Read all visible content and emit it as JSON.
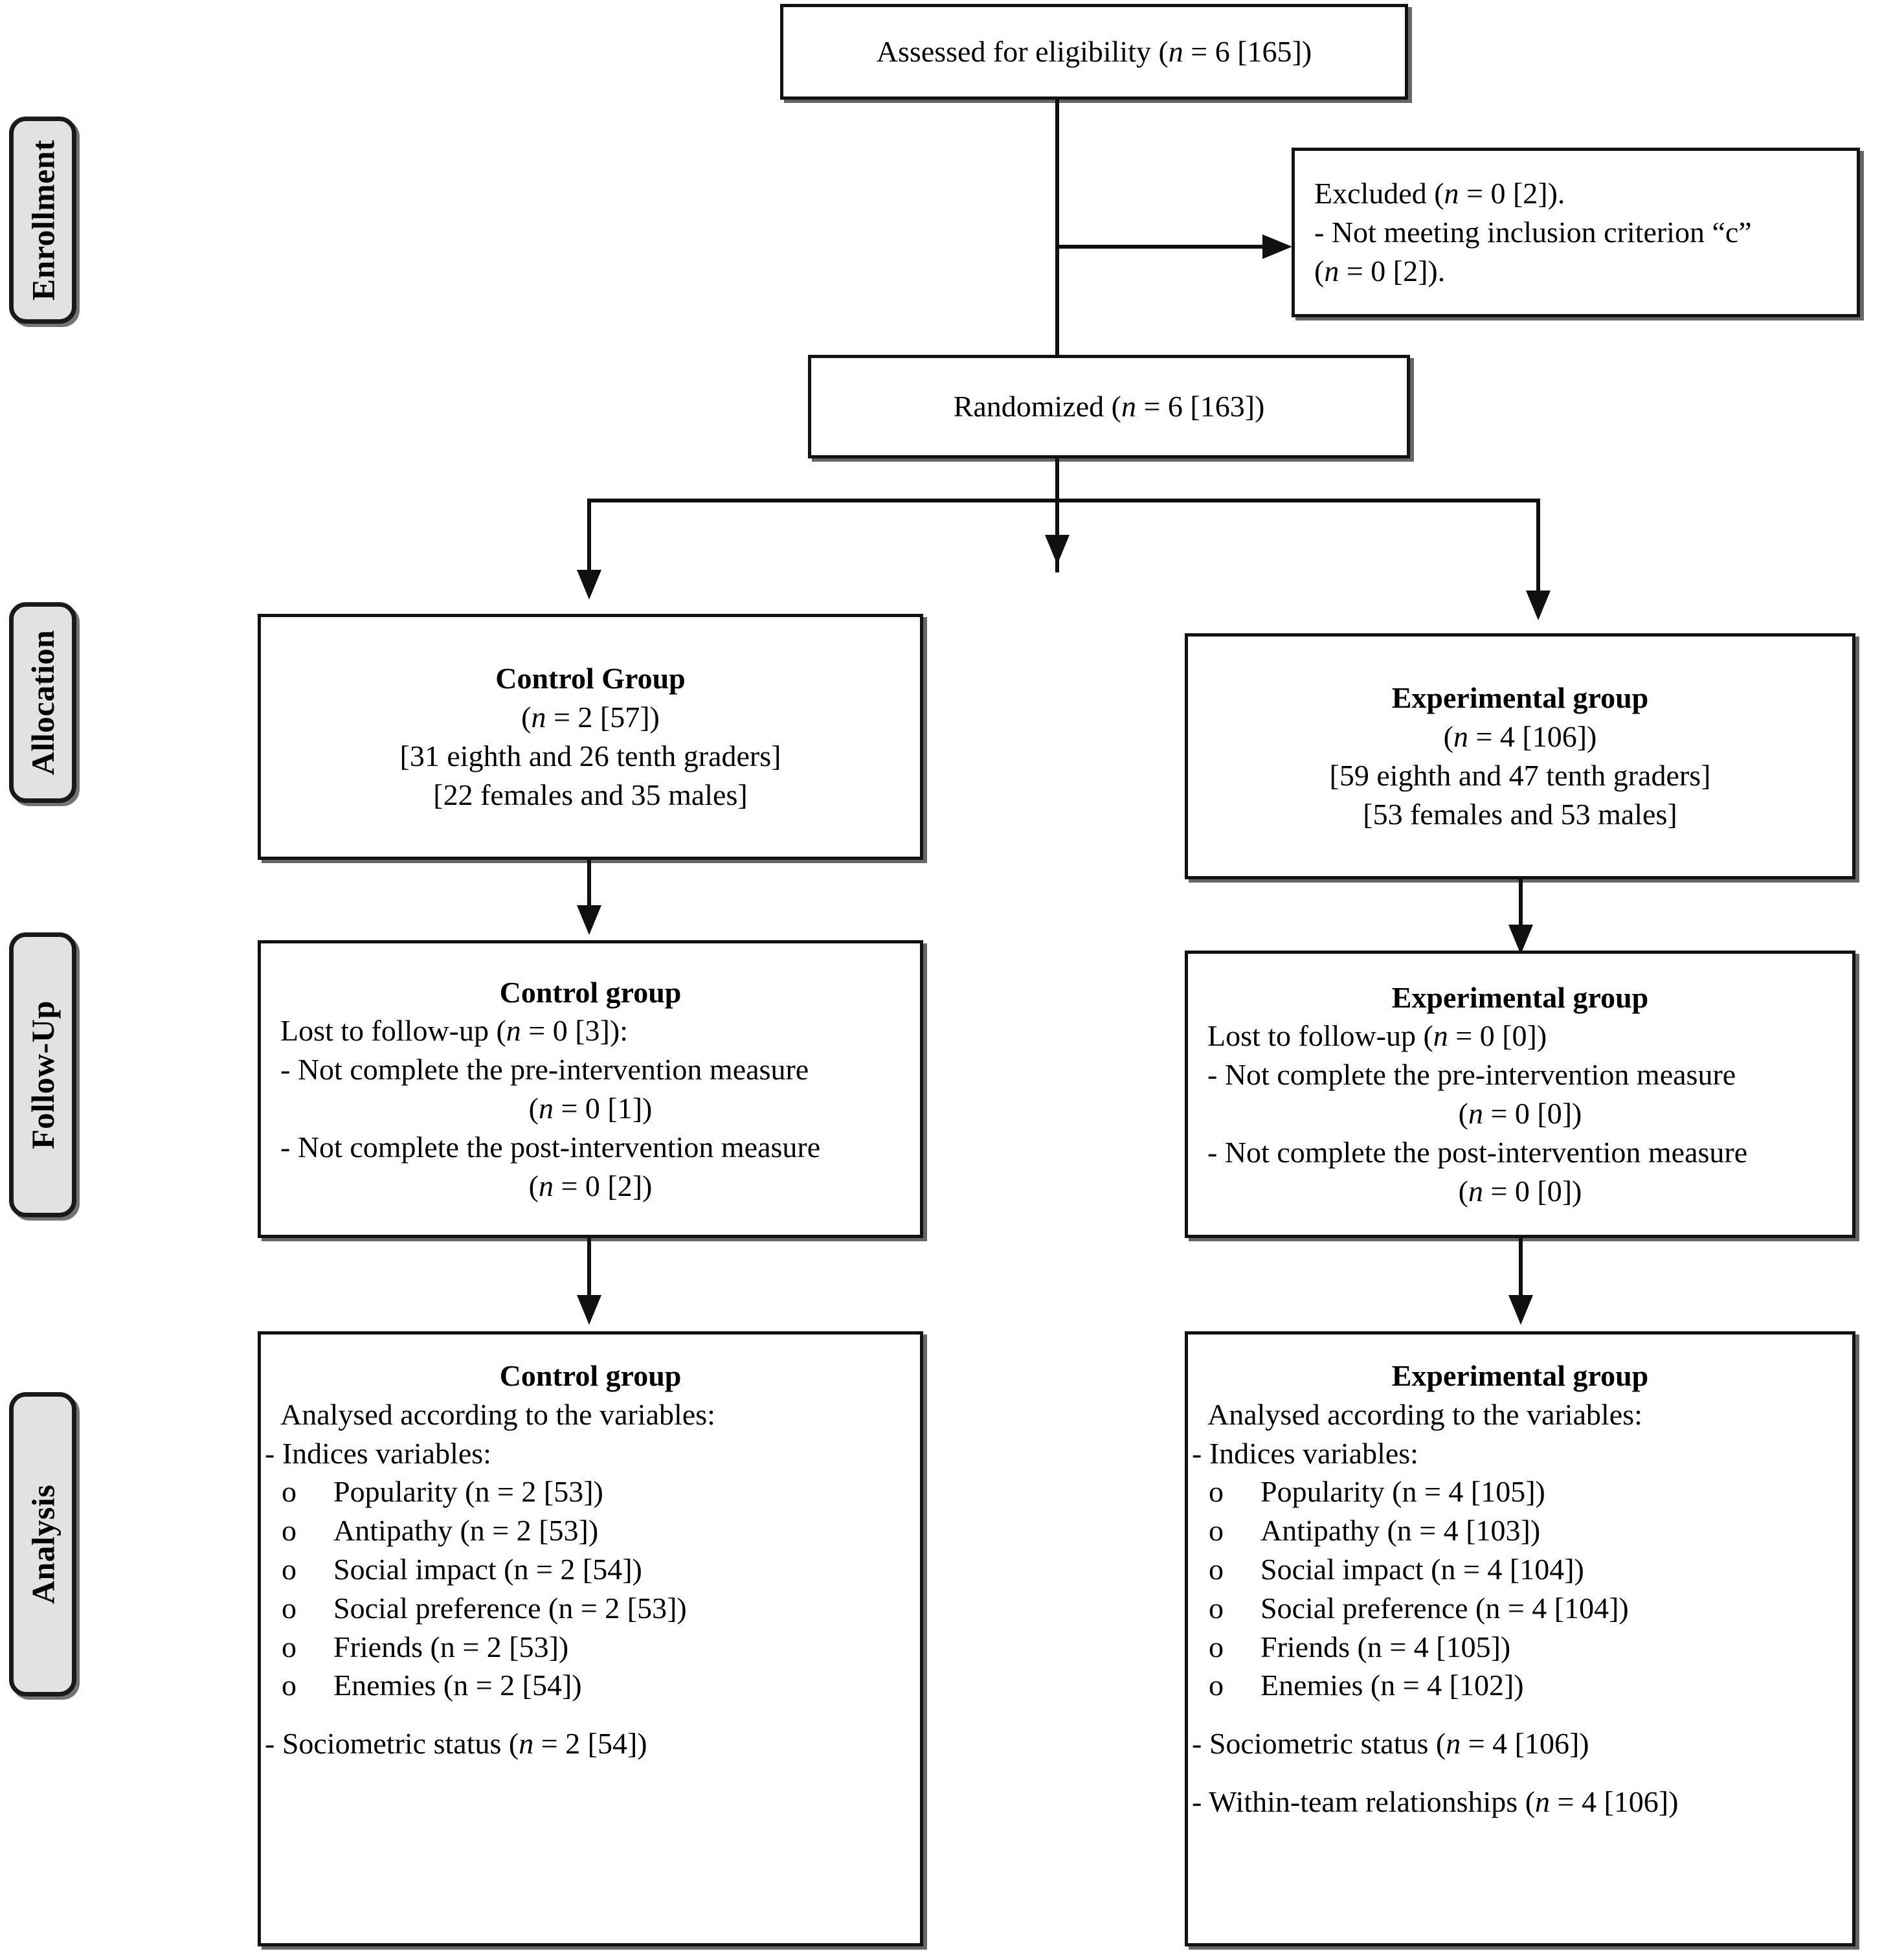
{
  "phases": [
    {
      "id": "enrollment",
      "label": "Enrollment"
    },
    {
      "id": "allocation",
      "label": "Allocation"
    },
    {
      "id": "followup",
      "label": "Follow-Up"
    },
    {
      "id": "analysis",
      "label": "Analysis"
    }
  ],
  "boxes": {
    "assessed": {
      "lines": [
        "Assessed for eligibility (n = 6 [165])"
      ]
    },
    "excluded": {
      "lines": [
        "Excluded (n = 0 [2]).",
        "- Not meeting inclusion criterion “c”",
        "(n = 0 [2])."
      ]
    },
    "randomized": {
      "lines": [
        "Randomized (n = 6 [163])"
      ]
    },
    "alloc_control": {
      "title": "Control Group",
      "lines": [
        "(n = 2 [57])",
        "[31 eighth and 26 tenth graders]",
        "[22 females and 35 males]"
      ]
    },
    "alloc_experimental": {
      "title": "Experimental group",
      "lines": [
        "(n = 4 [106])",
        "[59 eighth and 47 tenth graders]",
        "[53 females and 53 males]"
      ]
    },
    "follow_control": {
      "title": "Control group",
      "lines": [
        "Lost to follow-up (n = 0 [3]):",
        "- Not complete the pre-intervention measure",
        "(n = 0 [1])",
        "- Not complete the post-intervention measure",
        "(n = 0 [2])"
      ]
    },
    "follow_experimental": {
      "title": "Experimental group",
      "lines": [
        "Lost to follow-up (n = 0 [0])",
        "- Not complete the pre-intervention measure",
        "(n = 0 [0])",
        "- Not complete the post-intervention measure",
        "(n = 0 [0])"
      ]
    },
    "analysis_control": {
      "title": "Control group",
      "intro": "Analysed according to the variables:",
      "indices_header": "- Indices variables:",
      "indices": [
        "Popularity (n = 2 [53])",
        "Antipathy (n = 2 [53])",
        "Social impact (n = 2 [54])",
        "Social preference (n = 2 [53])",
        "Friends (n = 2 [53])",
        "Enemies (n = 2 [54])"
      ],
      "extras": [
        "- Sociometric status (n = 2 [54])"
      ]
    },
    "analysis_experimental": {
      "title": "Experimental group",
      "intro": "Analysed according to the variables:",
      "indices_header": "- Indices variables:",
      "indices": [
        "Popularity (n = 4 [105])",
        "Antipathy (n = 4 [103])",
        "Social impact (n = 4 [104])",
        "Social preference (n = 4 [104])",
        "Friends (n = 4 [105])",
        "Enemies (n = 4 [102])"
      ],
      "extras": [
        "- Sociometric status (n = 4 [106])",
        "- Within-team relationships (n = 4 [106])"
      ]
    }
  },
  "bullet_glyph": "o",
  "colors": {
    "line": "#101010",
    "box_border": "#121212",
    "phase_fill": "#e2e2e2",
    "background": "#ffffff"
  }
}
